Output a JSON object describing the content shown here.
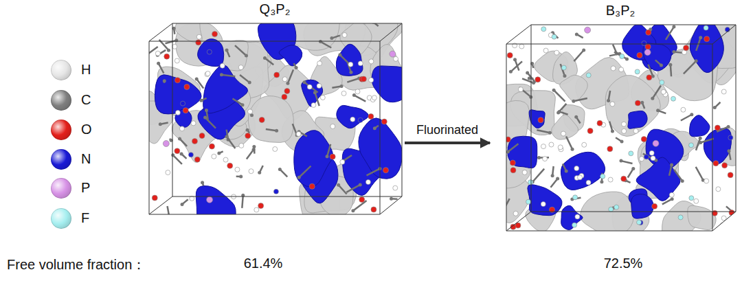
{
  "diagram": {
    "nodes": [
      {
        "text": [
          "Q₃P₂"
        ]
      },
      {
        "text": [
          "B₃P₂"
        ]
      }
    ],
    "edges": [
      {
        "from": 0,
        "to": 1,
        "arrow": "to",
        "label": "Fluorinated"
      }
    ],
    "labels": [
      "Free volume fraction：",
      "61.4%",
      "72.5%"
    ],
    "legend": [
      {
        "text": "H",
        "color": "#e6e6e6"
      },
      {
        "text": "C",
        "color": "#7f7f7f"
      },
      {
        "text": "O",
        "color": "#e3201b"
      },
      {
        "text": "N",
        "color": "#1a1ad6"
      },
      {
        "text": "P",
        "color": "#d792e6"
      },
      {
        "text": "F",
        "color": "#a6eff0"
      }
    ]
  }
}
